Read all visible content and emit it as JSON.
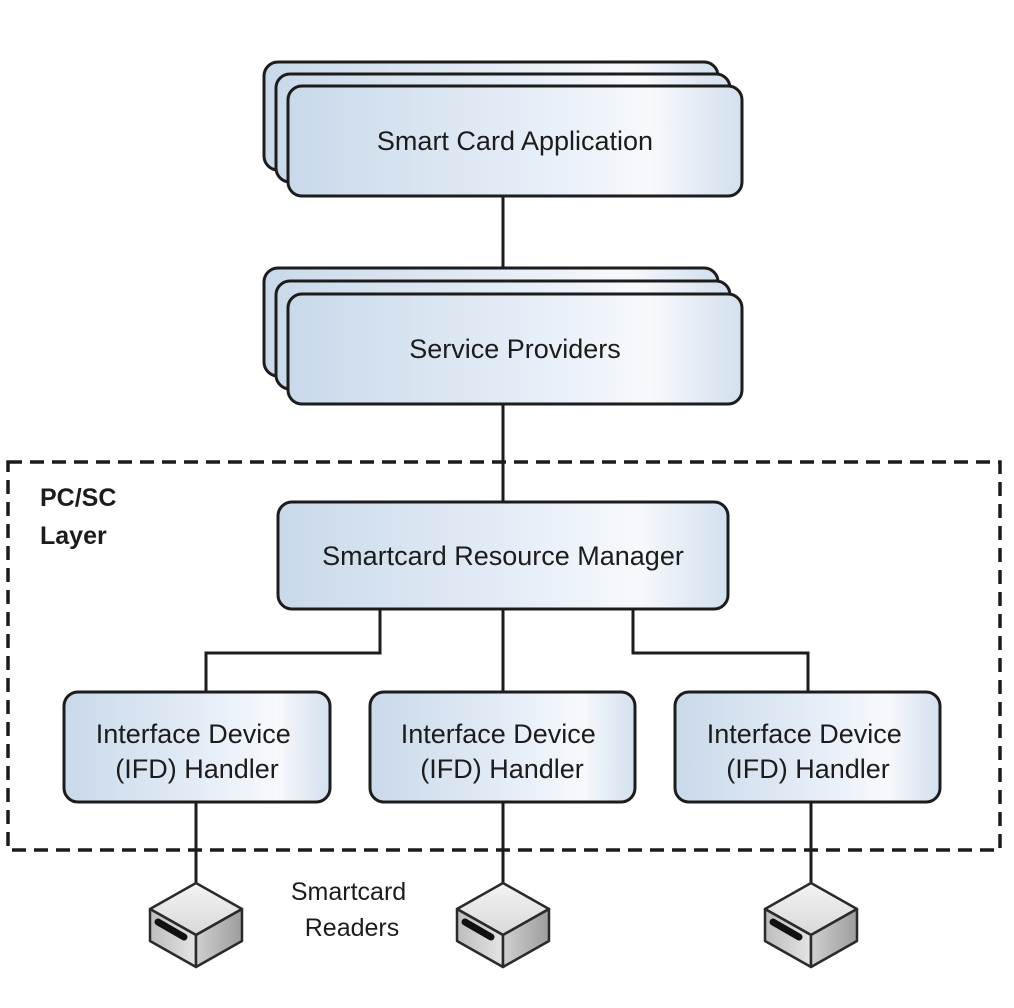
{
  "application": {
    "label": "Smart Card Application"
  },
  "providers": {
    "label": "Service Providers"
  },
  "layer": {
    "line1": "PC/SC",
    "line2": "Layer"
  },
  "resource_manager": {
    "label": "Smartcard Resource Manager"
  },
  "handlers": [
    {
      "line1": "Interface Device",
      "line2": "(IFD) Handler"
    },
    {
      "line1": "Interface Device",
      "line2": "(IFD) Handler"
    },
    {
      "line1": "Interface Device",
      "line2": "(IFD) Handler"
    }
  ],
  "readers": {
    "line1": "Smartcard",
    "line2": "Readers"
  },
  "colors": {
    "box_fill_light": "#f5f8fc",
    "box_fill_dark": "#c9d9ea",
    "stroke": "#1c1c1c"
  }
}
